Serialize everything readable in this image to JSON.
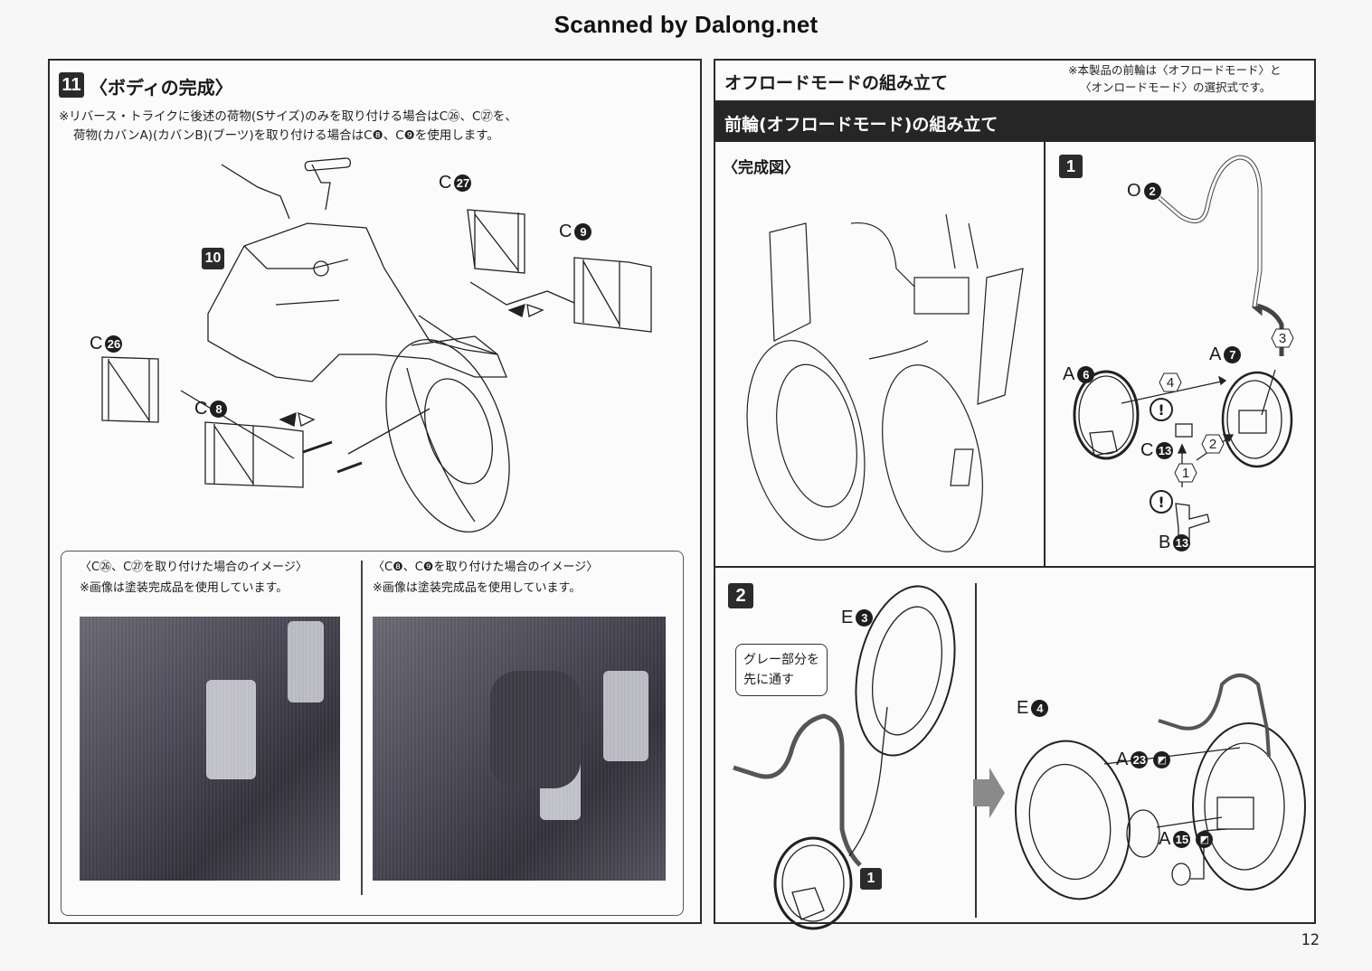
{
  "watermark": "Scanned by Dalong.net",
  "page_number": "12",
  "left": {
    "step_number": "11",
    "title": "〈ボディの完成〉",
    "note_lines": [
      "※リバース・トライクに後述の荷物(Sサイズ)のみを取り付ける場合はC㉖、C㉗を、",
      "荷物(カバンA)(カバンB)(ブーツ)を取り付ける場合はC❽、C❾を使用します。"
    ],
    "ref_step": "10",
    "parts": [
      {
        "letter": "C",
        "number": "27"
      },
      {
        "letter": "C",
        "number": "9"
      },
      {
        "letter": "C",
        "number": "26"
      },
      {
        "letter": "C",
        "number": "8"
      }
    ],
    "images": [
      {
        "caption": "〈C㉖、C㉗を取り付けた場合のイメージ〉",
        "note": "※画像は塗装完成品を使用しています。"
      },
      {
        "caption": "〈C❽、C❾を取り付けた場合のイメージ〉",
        "note": "※画像は塗装完成品を使用しています。"
      }
    ]
  },
  "right": {
    "title": "オフロードモードの組み立て",
    "note_lines": [
      "※本製品の前輪は〈オフロードモード〉と",
      "〈オンロードモード〉の選択式です。"
    ],
    "subtitle": "前輪(オフロードモード)の組み立て",
    "completed_label": "〈完成図〉",
    "step1": {
      "number": "1",
      "parts": [
        {
          "letter": "O",
          "number": "2"
        },
        {
          "letter": "A",
          "number": "7"
        },
        {
          "letter": "A",
          "number": "6"
        },
        {
          "letter": "C",
          "number": "13"
        },
        {
          "letter": "B",
          "number": "13"
        }
      ],
      "order": [
        "1",
        "2",
        "3",
        "4"
      ],
      "caution_mark": "!"
    },
    "step2": {
      "number": "2",
      "callout_lines": [
        "グレー部分を",
        "先に通す"
      ],
      "ref_step": "1",
      "parts": [
        {
          "letter": "E",
          "number": "3"
        },
        {
          "letter": "E",
          "number": "4"
        },
        {
          "letter": "A",
          "number": "23",
          "paint": true
        },
        {
          "letter": "A",
          "number": "15",
          "paint": true
        }
      ]
    }
  }
}
